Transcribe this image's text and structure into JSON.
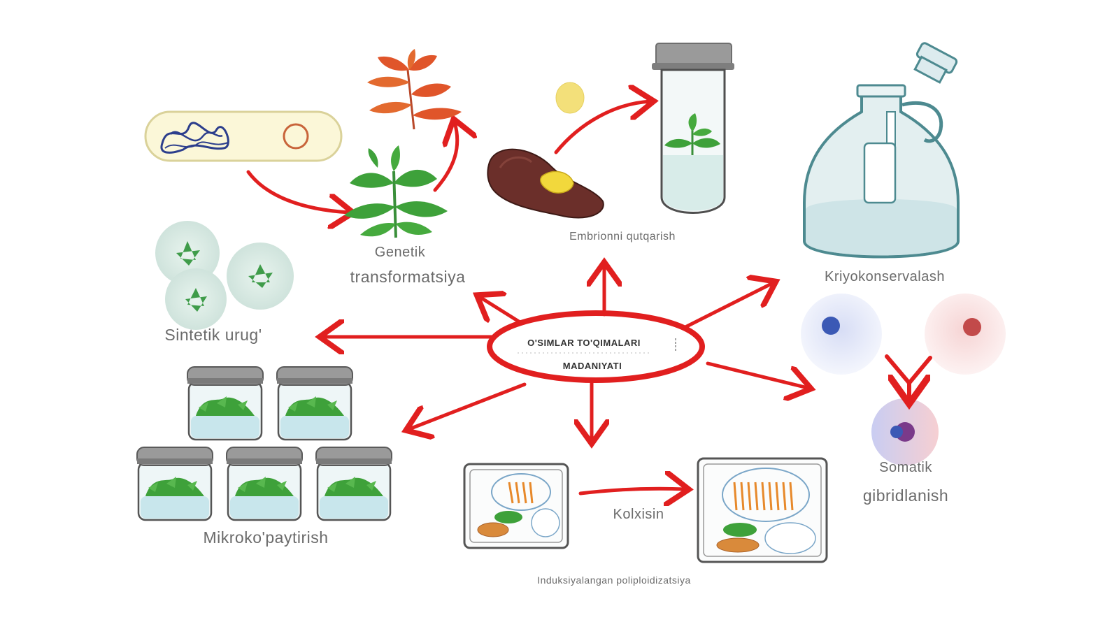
{
  "center": {
    "line1": "O'SIMLAR TO'QIMALARI",
    "line2": "MADANIYATI"
  },
  "labels": {
    "genetic_1": "Genetik",
    "genetic_2": "transformatsiya",
    "embryo": "Embrionni qutqarish",
    "cryo": "Kriyokonservalash",
    "synthetic_seed": "Sintetik urug'",
    "micropropagation": "Mikroko'paytirish",
    "colchicine": "Kolxisin",
    "polyploidization": "Induksiyalangan poliploidizatsiya",
    "somatic_1": "Somatik",
    "somatic_2": "gibridlanish"
  },
  "colors": {
    "arrow": "#e11f1f",
    "label": "#6b6b6b",
    "leaf": "#3ea13a",
    "leaf_red": "#e0552a",
    "glass": "#dcebee",
    "lid": "#8c8c8c"
  }
}
